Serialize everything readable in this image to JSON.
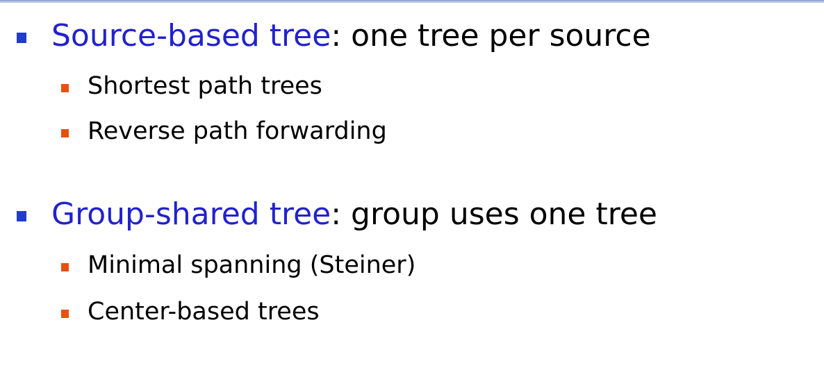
{
  "slide": {
    "sections": [
      {
        "key": "Source-based tree",
        "rest": ": one tree per source",
        "items": [
          "Shortest path trees",
          "Reverse path forwarding"
        ]
      },
      {
        "key": "Group-shared tree",
        "rest": ": group uses one tree",
        "items": [
          "Minimal spanning (Steiner)",
          "Center-based trees"
        ]
      }
    ]
  },
  "colors": {
    "key_text": "#2222cc",
    "level1_bullet": "#203ccc",
    "level2_bullet": "#e5520f",
    "top_rule": "#8c9ed2"
  }
}
